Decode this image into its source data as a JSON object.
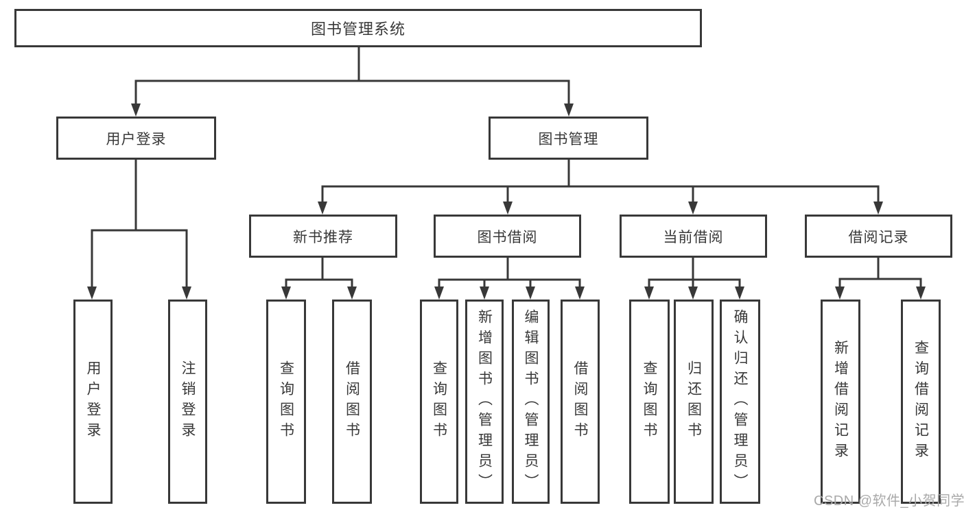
{
  "diagram": {
    "root": "图书管理系统",
    "branches": [
      {
        "label": "用户登录",
        "children": [
          "用户登录",
          "注销登录"
        ]
      },
      {
        "label": "图书管理",
        "groups": [
          {
            "label": "新书推荐",
            "children": [
              "查询图书",
              "借阅图书"
            ]
          },
          {
            "label": "图书借阅",
            "children": [
              "查询图书",
              "新增图书（管理员）",
              "编辑图书（管理员）",
              "借阅图书"
            ]
          },
          {
            "label": "当前借阅",
            "children": [
              "查询图书",
              "归还图书",
              "确认归还（管理员）"
            ]
          },
          {
            "label": "借阅记录",
            "children": [
              "新增借阅记录",
              "查询借阅记录"
            ]
          }
        ]
      }
    ]
  },
  "watermark": "CSDN @软件_小贺同学",
  "colors": {
    "line": "#383838",
    "box_border": "#383838",
    "text": "#383838",
    "watermark": "#a9a9a9",
    "background": "#ffffff"
  }
}
